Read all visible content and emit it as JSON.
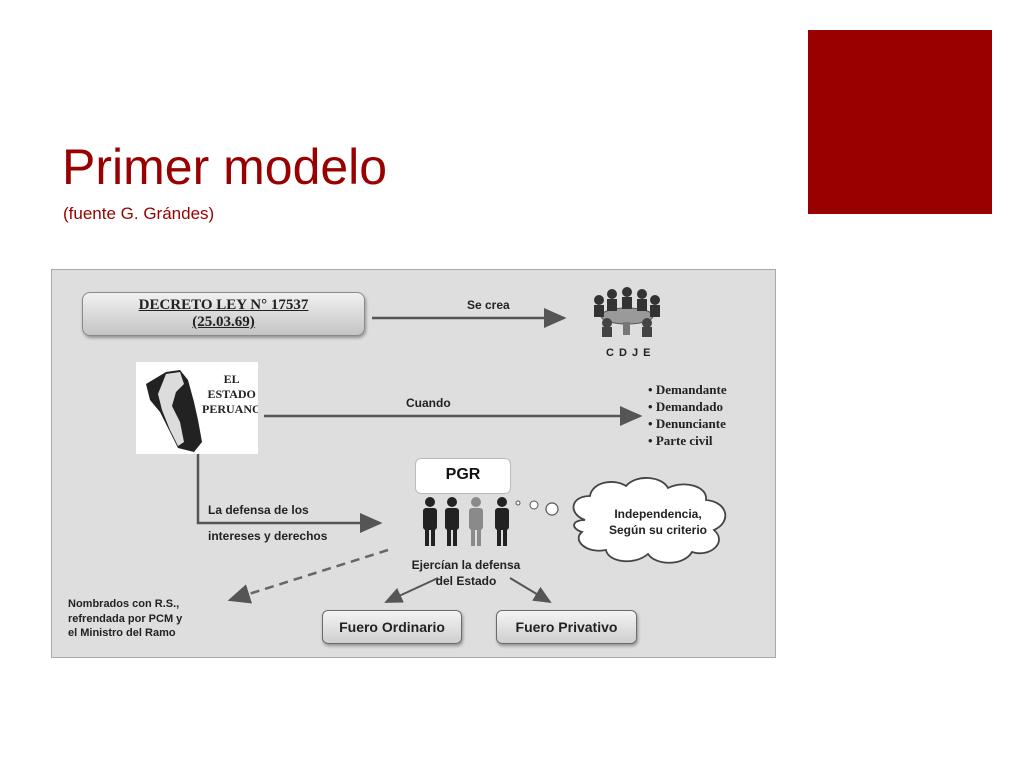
{
  "slide": {
    "title": "Primer modelo",
    "subtitle": "(fuente G. Grándes)",
    "accent_color": "#990000"
  },
  "diagram": {
    "decreto": {
      "line1": "DECRETO LEY N° 17537",
      "line2": "(25.03.69)"
    },
    "arrow_se_crea": "Se crea",
    "cdje_label": "C D J E",
    "estado_label": [
      "EL",
      "ESTADO",
      "PERUANO"
    ],
    "arrow_cuando": "Cuando",
    "roles": [
      "Demandante",
      "Demandado",
      "Denunciante",
      "Parte civil"
    ],
    "defensa_label": [
      "La defensa de los",
      "intereses y derechos"
    ],
    "pgr_label": "PGR",
    "ejercian_label": [
      "Ejercían la defensa",
      "del Estado"
    ],
    "cloud_label": [
      "Independencia,",
      "Según su criterio"
    ],
    "nombrados_label": [
      "Nombrados con R.S.,",
      "refrendada por PCM y",
      "el Ministro del Ramo"
    ],
    "fuero_ordinario": "Fuero Ordinario",
    "fuero_privativo": "Fuero Privativo"
  },
  "icons": {
    "cdje": "meeting-table-icon",
    "estado": "peru-map-icon",
    "pgr": "people-group-icon"
  }
}
